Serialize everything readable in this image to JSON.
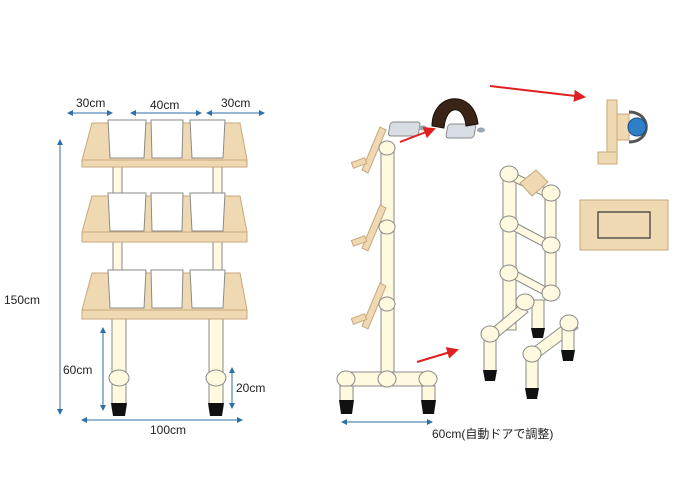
{
  "front_view": {
    "dim_left_shelf": "30cm",
    "dim_center_shelf": "40cm",
    "dim_right_shelf": "30cm",
    "dim_total_height": "150cm",
    "dim_leg_height": "60cm",
    "dim_foot_height": "20cm",
    "dim_total_width": "100cm"
  },
  "side_view": {
    "dim_depth": "60cm(自動ドアで調整)"
  },
  "colors": {
    "wood": "#EED9B2",
    "wood_edge": "#C9A77A",
    "pipe": "#FFF9E0",
    "pipe_edge": "#8A8A8A",
    "dimension_line": "#2E6FA7",
    "arrow": "#E02020",
    "foot": "#111111",
    "clamp": "#3A2418",
    "knob": "#2F7FC8"
  }
}
